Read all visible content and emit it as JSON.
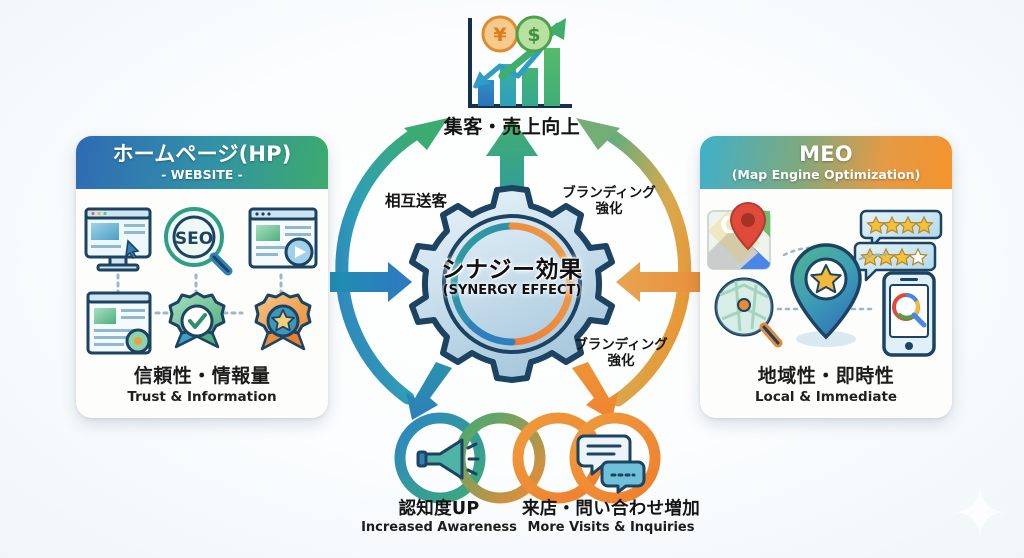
{
  "theme": {
    "background": "#f0f5f8",
    "hp_gradient_start": "#2f6ab4",
    "hp_gradient_end": "#3dab6d",
    "meo_gradient_start": "#3eb0cb",
    "meo_gradient_end": "#f4932c",
    "arrow_blue": "#2a8ec4",
    "arrow_orange": "#e8963a",
    "arrow_green": "#3fa777",
    "gear_fill": "#cfe2ee",
    "gear_stroke": "#1d4363"
  },
  "left_card": {
    "title": "ホームページ(HP)",
    "subtitle": "- WEBSITE -",
    "footer_jp": "信頼性・情報量",
    "footer_en": "Trust & Information",
    "icons": [
      "desktop-website-icon",
      "seo-magnifier-icon",
      "video-page-icon",
      "article-page-icon",
      "check-badge-icon",
      "star-award-icon"
    ],
    "seo_label": "SEO"
  },
  "right_card": {
    "title": "MEO",
    "subtitle": "(Map Engine Optimization)",
    "footer_jp": "地域性・即時性",
    "footer_en": "Local & Immediate",
    "icons": [
      "google-map-pin-icon",
      "review-stars-bubble-icon",
      "star-location-pin-icon",
      "map-magnifier-icon",
      "smartphone-search-icon"
    ],
    "google_letter": "G"
  },
  "center": {
    "gear_jp": "シナジー効果",
    "gear_en": "(SYNERGY EFFECT)",
    "icon": "gear-icon"
  },
  "labels": {
    "mutual_referral": "相互送客",
    "branding_upper": "ブランディング\n強化",
    "branding_lower": "ブランディング\n強化"
  },
  "top_outcome": {
    "jp": "集客・売上向上",
    "icon": "growth-bar-chart-icon",
    "coin_yen": "¥",
    "coin_dollar": "$"
  },
  "bottom_outcomes": [
    {
      "jp": "認知度UP",
      "en": "Increased Awareness",
      "icon": "megaphone-icon"
    },
    {
      "jp": "来店・問い合わせ増加",
      "en": "More Visits & Inquiries",
      "icon": "chat-bubbles-icon"
    }
  ]
}
